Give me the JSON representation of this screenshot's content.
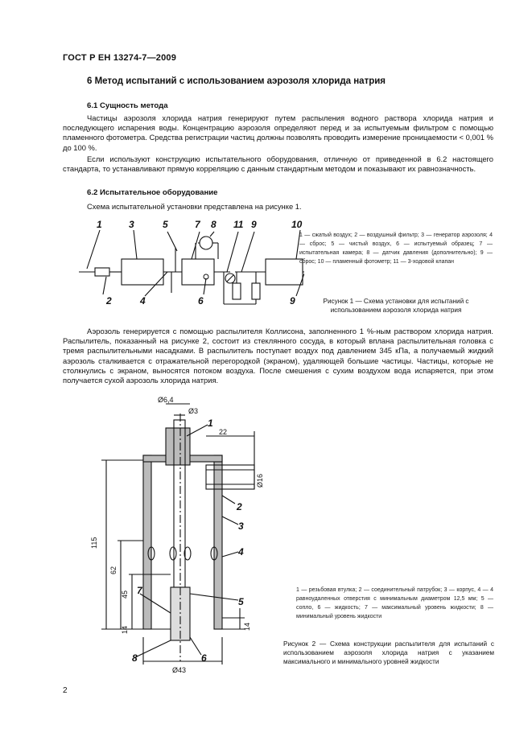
{
  "header": "ГОСТ Р ЕН 13274-7—2009",
  "section_title": "6  Метод испытаний с использованием аэрозоля хлорида натрия",
  "sub61": {
    "title": "6.1  Сущность метода",
    "p1": "Частицы аэрозоля хлорида натрия генерируют путем распыления водного раствора хлорида натрия и последующего испарения воды. Концентрацию аэрозоля определяют перед и за испытуемым фильтром с помощью пламенного фотометра. Средства регистрации частиц должны позволять проводить измерение проницаемости < 0,001 % до 100 %.",
    "p2": "Если используют конструкцию испытательного оборудования, отличную от приведенной в 6.2 настоящего стандарта, то устанавливают прямую корреляцию с данным стандартным методом и показывают их равнозначность."
  },
  "sub62": {
    "title": "6.2  Испытательное оборудование",
    "p1": "Схема испытательной установки представлена на рисунке 1."
  },
  "figure1": {
    "labels": [
      "1",
      "2",
      "3",
      "4",
      "5",
      "6",
      "7",
      "8",
      "9",
      "10",
      "11",
      "9"
    ],
    "legend": "1 — сжатый воздух; 2 — воздушный фильтр; 3 — генератор аэрозоля; 4 — сброс; 5 — чистый воздух, 6 — испытуемый образец; 7 — испытательная камера; 8 — датчик давления (дополнительно); 9 — сброс; 10 — пламенный фотометр; 11 — 3-ходовой клапан",
    "caption": "Рисунок 1 — Схема установки для испытаний с использованием аэрозоля хлорида натрия"
  },
  "p_after_fig1": "Аэрозоль генерируется с помощью распылителя Коллисона, заполненного 1 %-ным раствором хлорида натрия. Распылитель, показанный на рисунке 2, состоит из стеклянного сосуда, в который вплана распылительная головка с тремя распылительными насадками. В распылитель поступает воздух под давлением 345 кПа, а получаемый жидкий аэрозоль сталкивается с отражательной перегородкой (экраном), удаляющей большие частицы. Частицы, которые не столкнулись с экраном, выносятся потоком воздуха. После смешения с сухим воздухом вода испаряется, при этом получается сухой аэрозоль хлорида натрия.",
  "figure2": {
    "dims": {
      "d_head": "Ø6,4",
      "d_tip": "Ø3",
      "w22": "22",
      "d16": "Ø16",
      "h115": "115",
      "h62": "62",
      "h45": "45",
      "h14a": "14",
      "h14b": "14",
      "d43": "Ø43"
    },
    "labels": [
      "1",
      "2",
      "3",
      "4",
      "5",
      "6",
      "7",
      "8"
    ],
    "legend": "1 — резьбовая втулка; 2 — соединительный патрубок; 3 — корпус, 4 — 4 равноудаленных отверстия с минимальным диаметром 12,5 мм; 5 — сопло, 6 — жидкость; 7 — максимальный уровень жидкости; 8 — минимальный уровень жидкости",
    "caption": "Рисунок 2 — Схема конструкции распылителя для испытаний с использованием аэрозоля хлорида натрия с указанием максимального и минимального уровней жидкости"
  },
  "page_number": "2"
}
